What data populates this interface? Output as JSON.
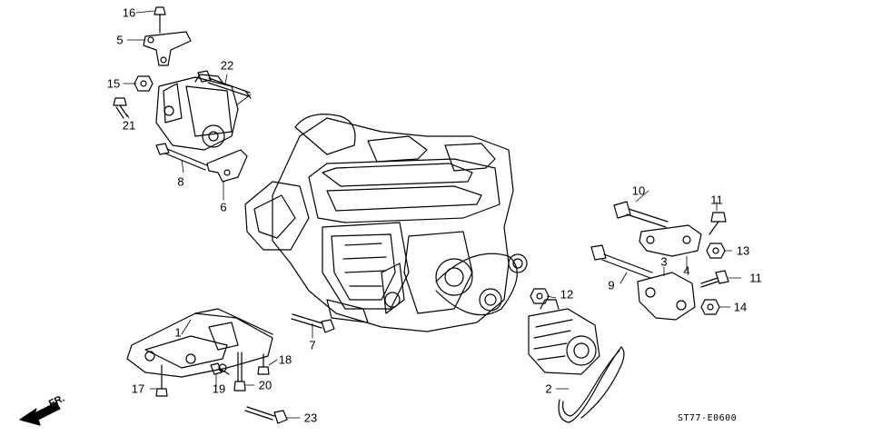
{
  "diagram": {
    "code": "ST77-E0600",
    "direction_label": "FR.",
    "callouts": [
      "1",
      "2",
      "3",
      "4",
      "5",
      "6",
      "7",
      "8",
      "9",
      "10",
      "11",
      "11",
      "12",
      "13",
      "14",
      "15",
      "16",
      "17",
      "18",
      "19",
      "20",
      "21",
      "22",
      "23"
    ]
  }
}
